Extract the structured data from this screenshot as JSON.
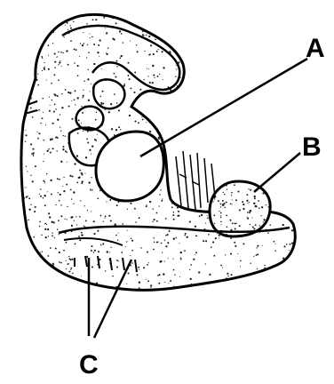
{
  "labels": {
    "a": "A",
    "b": "B",
    "c": "C"
  },
  "colors": {
    "ink": "#000000",
    "paper": "#ffffff",
    "stipple": "#1a1a1a"
  }
}
